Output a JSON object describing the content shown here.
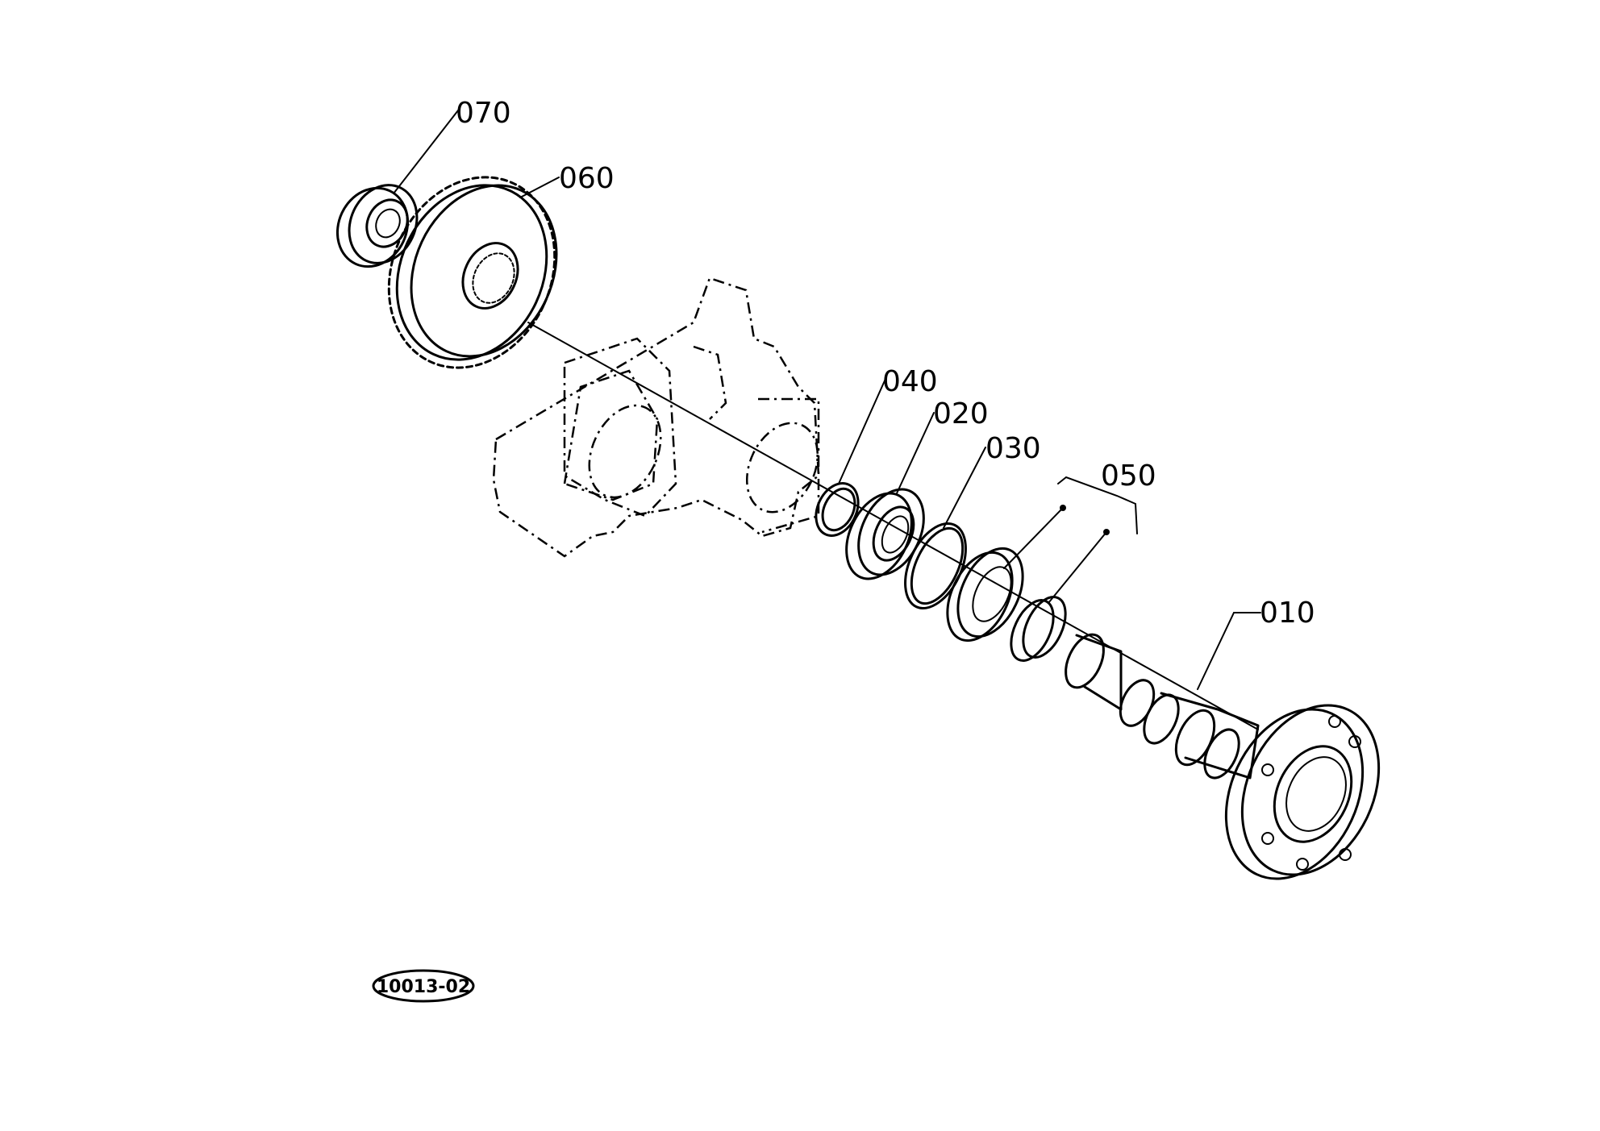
{
  "diagram": {
    "reference_code": "10013-02",
    "parts": [
      {
        "number": "070"
      },
      {
        "number": "060"
      },
      {
        "number": "040"
      },
      {
        "number": "020"
      },
      {
        "number": "030"
      },
      {
        "number": "050"
      },
      {
        "number": "010"
      }
    ]
  }
}
